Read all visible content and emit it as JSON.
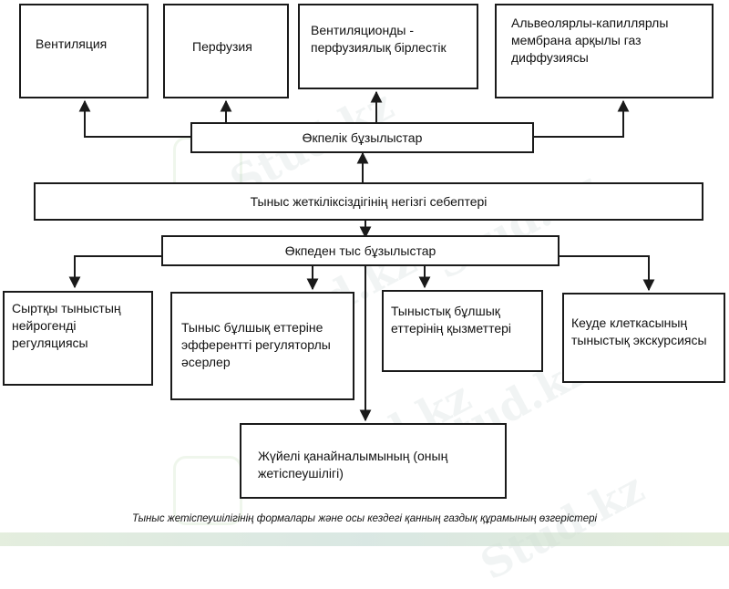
{
  "diagram": {
    "top_boxes": [
      {
        "id": "ventilation",
        "text": "Вентиляция"
      },
      {
        "id": "perfusion",
        "text": "Перфузия"
      },
      {
        "id": "vp-relation",
        "text": "Вентиляционды - перфузиялық бірлестік"
      },
      {
        "id": "alveolar",
        "text": "Альвеолярлы-капиллярлы мембрана арқылы газ диффузиясы"
      }
    ],
    "pulmonary": "Өкпелік бұзылыстар",
    "main_causes": "Тыныс жеткіліксіздігінің негізгі себептері",
    "extrapulmonary": "Өкпеден тыс бұзылыстар",
    "bottom_boxes": [
      {
        "id": "external-neurogenic",
        "text": "Сыртқы тыныстың нейрогенді регуляциясы"
      },
      {
        "id": "efferent",
        "text": "Тыныс бұлшық еттеріне эфферентті регуляторлы әсерлер"
      },
      {
        "id": "muscle-function",
        "text": "Тыныстық бұлшық еттерінің қызметтері"
      },
      {
        "id": "chest-excursion",
        "text": "Кеуде клеткасының тыныстық экскурсиясы"
      }
    ],
    "systemic": "Жүйелі қанайналымының (оның жетіспеушілігі)"
  },
  "caption": "Тыныс жетіспеушілігінің формалары және осы кездегі қанның газдық құрамының өзгерістері",
  "watermark": "Stud.kz",
  "colors": {
    "line": "#1a1a1a",
    "watermark": "#7f9a9a"
  }
}
